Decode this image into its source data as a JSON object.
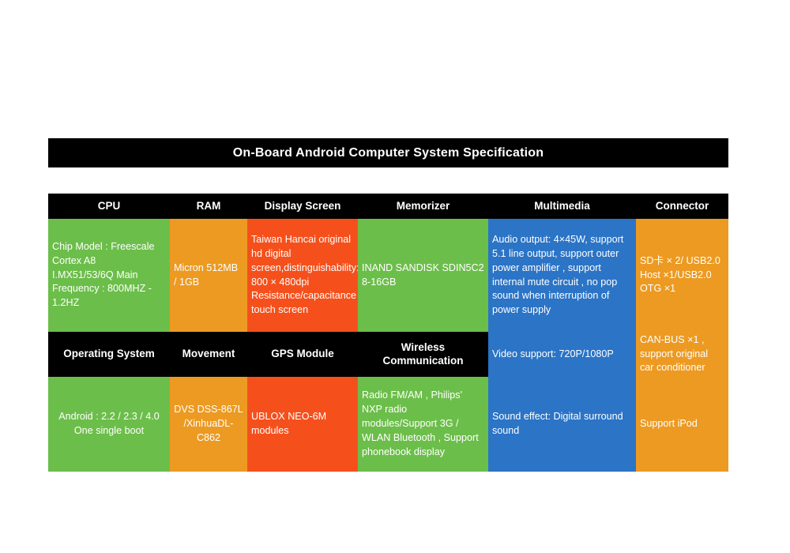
{
  "title": "On-Board Android Computer System Specification",
  "palette": {
    "green": "#6CBE4A",
    "orange": "#EC9A22",
    "red": "#F5501C",
    "blue": "#2B74C6",
    "header_bg": "#000000",
    "text": "#FFFFFF",
    "page_bg": "#FFFFFF"
  },
  "headers_row1": {
    "cpu": "CPU",
    "ram": "RAM",
    "display_screen": "Display Screen",
    "memorizer": "Memorizer",
    "multimedia": "Multimedia",
    "connector": "Connector"
  },
  "headers_row2": {
    "operating_system": "Operating System",
    "movement": "Movement",
    "gps_module": "GPS Module",
    "wireless_communication": "Wireless Communication"
  },
  "cells": {
    "cpu": "Chip Model : Freescale Cortex A8\nI.MX51/53/6Q  Main Frequency : 800MHZ - 1.2HZ",
    "ram": "Micron 512MB / 1GB",
    "display_screen": "Taiwan Hancai original hd digital screen,distinguishability: 800 × 480dpi Resistance/capacitance touch screen",
    "memorizer": "INAND SANDISK SDIN5C2 8-16GB",
    "multimedia_audio": "Audio output: 4×45W, support 5.1 line output, support outer power amplifier , support internal mute circuit , no pop sound when interruption of power supply",
    "multimedia_video": "Video support: 720P/1080P",
    "multimedia_sound": "Sound effect: Digital surround sound",
    "connector_ports": "SD卡 × 2/ USB2.0 Host ×1/USB2.0 OTG ×1",
    "connector_canbus": "CAN-BUS ×1 , support original car conditioner",
    "connector_ipod": "Support iPod",
    "operating_system": "Android : 2.2 / 2.3 / 4.0  One single boot",
    "movement": "DVS DSS-867L /XinhuaDL-C862",
    "gps_module": "UBLOX NEO-6M modules",
    "wireless_communication": "Radio FM/AM , Philips' NXP radio modules/Support 3G / WLAN    Bluetooth , Support phonebook display"
  }
}
